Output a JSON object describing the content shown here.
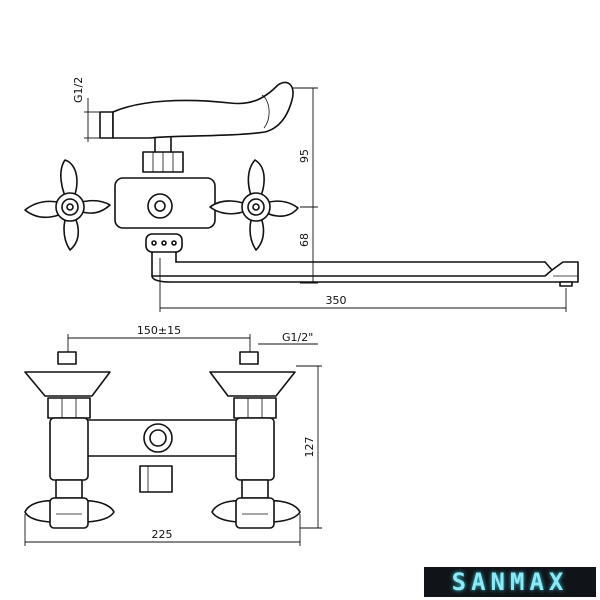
{
  "brand": {
    "name": "SANMAX"
  },
  "dimensions": {
    "top_thread": "G1/2",
    "height_upper": "95",
    "height_lower": "68",
    "spout_length": "350",
    "centers": "150±15",
    "bottom_thread": "G1/2\"",
    "body_height": "127",
    "overall_width": "225"
  }
}
